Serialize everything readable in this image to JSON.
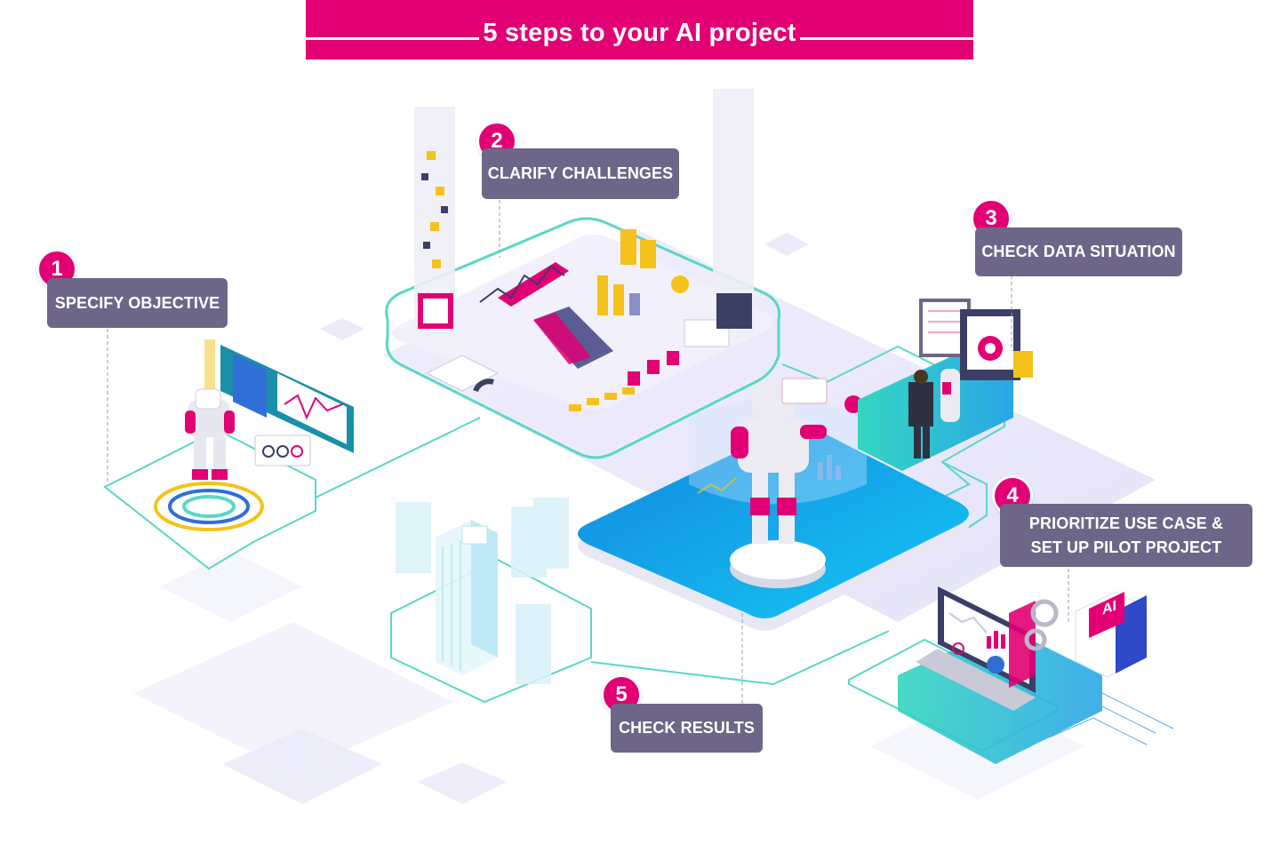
{
  "header": {
    "title": "5 steps to your AI project"
  },
  "steps": [
    {
      "number": "1",
      "label": "SPECIFY OBJECTIVE"
    },
    {
      "number": "2",
      "label": "CLARIFY CHALLENGES"
    },
    {
      "number": "3",
      "label": "CHECK DATA SITUATION"
    },
    {
      "number": "4",
      "label_line1": "PRIORITIZE USE CASE &",
      "label_line2": "SET UP PILOT PROJECT"
    },
    {
      "number": "5",
      "label": "CHECK RESULTS"
    }
  ],
  "center_cube_label": "AI",
  "colors": {
    "brand_magenta": "#e20074",
    "label_purple": "#6e6688",
    "platform_blue": "#1aa0e6",
    "outline_teal": "#4fd6c8",
    "floor_lavender": "#e7e5f8"
  }
}
